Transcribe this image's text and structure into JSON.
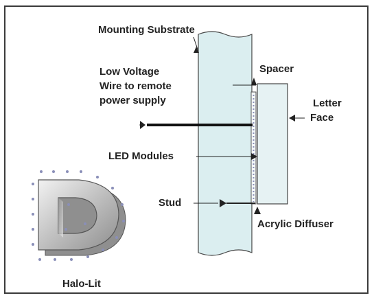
{
  "labels": {
    "mounting_substrate": "Mounting Substrate",
    "spacer": "Spacer",
    "wire_line1": "Low Voltage",
    "wire_line2": "Wire to remote",
    "wire_line3": "power supply",
    "letter_line1": "Letter",
    "letter_line2": "Face",
    "led_modules": "LED Modules",
    "stud": "Stud",
    "acrylic_diffuser": "Acrylic Diffuser",
    "halo_lit": "Halo-Lit"
  },
  "colors": {
    "substrate_fill": "#dbeef0",
    "letter_face_fill": "#e6f2f3",
    "line": "#222222",
    "led_dots": "#8a8fb8",
    "letter_metal": "#b8b8b8"
  }
}
